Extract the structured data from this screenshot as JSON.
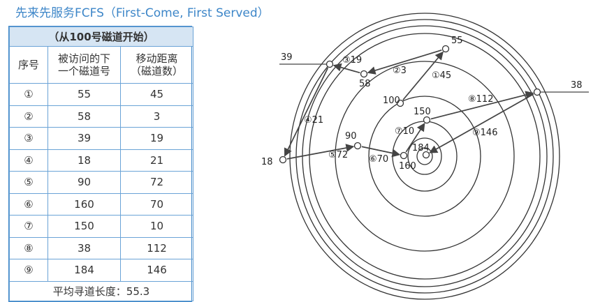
{
  "title": "先来先服务FCFS（First-Come, First Served）",
  "table": {
    "caption": "（从100号磁道开始）",
    "headers": [
      "序号",
      "被访问的下一个磁道号",
      "移动距离（磁道数）"
    ],
    "header_lines": [
      [
        "序号"
      ],
      [
        "被访问的下",
        "一个磁道号"
      ],
      [
        "移动距离",
        "（磁道数）"
      ]
    ],
    "rows": [
      [
        "①",
        "55",
        "45"
      ],
      [
        "②",
        "58",
        "3"
      ],
      [
        "③",
        "39",
        "19"
      ],
      [
        "④",
        "18",
        "21"
      ],
      [
        "⑤",
        "90",
        "72"
      ],
      [
        "⑥",
        "160",
        "70"
      ],
      [
        "⑦",
        "150",
        "10"
      ],
      [
        "⑧",
        "38",
        "112"
      ],
      [
        "⑨",
        "184",
        "146"
      ]
    ],
    "footer": "平均寻道长度：55.3"
  },
  "diagram": {
    "start_track": "100",
    "tracks": [
      "100",
      "55",
      "58",
      "39",
      "18",
      "90",
      "160",
      "150",
      "38",
      "184"
    ],
    "step_labels": [
      "①45",
      "②3",
      "③19",
      "④21",
      "⑤72",
      "⑥70",
      "⑦10",
      "⑧112",
      "⑨146"
    ],
    "colors": {
      "line": "#444444",
      "table_border": "#3d86c8",
      "caption_bg": "#d6e5f3",
      "title": "#3d86c8"
    }
  }
}
